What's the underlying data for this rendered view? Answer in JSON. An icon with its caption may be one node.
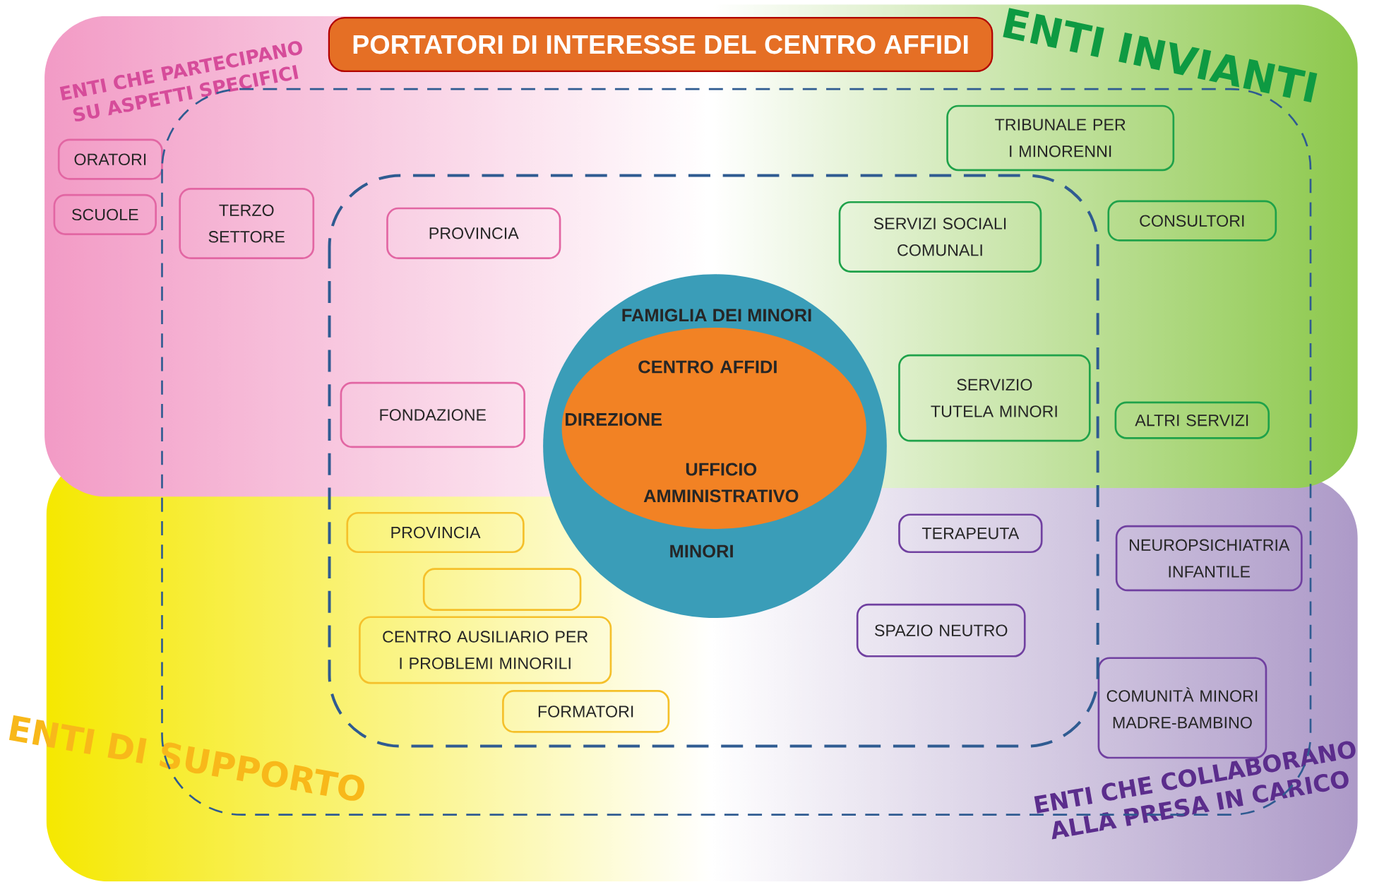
{
  "diagram": {
    "title": "PORTATORI DI INTERESSE DEL CENTRO AFFIDI",
    "nodes": [
      {
        "text": [
          "ENTI CHE PARTECIPANO SU ASPETTI SPECIFICI"
        ]
      },
      {
        "text": [
          "ENTI INVIANTI"
        ]
      },
      {
        "text": [
          "ENTI DI SUPPORTO"
        ]
      },
      {
        "text": [
          "ENTI CHE COLLABORANO ALLA PRESA IN CARICO"
        ]
      },
      {
        "text": [
          "ORATORI"
        ],
        "in": 0
      },
      {
        "text": [
          "SCUOLE"
        ],
        "in": 0
      },
      {
        "text": [
          "TERZO SETTORE"
        ],
        "in": 0
      },
      {
        "text": [
          "PROVINCIA"
        ],
        "in": 0
      },
      {
        "text": [
          "FONDAZIONE"
        ],
        "in": 0
      },
      {
        "text": [
          "TRIBUNALE PER I MINORENNI"
        ],
        "in": 1
      },
      {
        "text": [
          "CONSULTORI"
        ],
        "in": 1
      },
      {
        "text": [
          "SERVIZI SOCIALI COMUNALI"
        ],
        "in": 1
      },
      {
        "text": [
          "SERVIZIO TUTELA MINORI"
        ],
        "in": 1
      },
      {
        "text": [
          "ALTRI SERVIZI"
        ],
        "in": 1
      },
      {
        "text": [
          "PROVINCIA"
        ],
        "in": 2
      },
      {
        "text": [],
        "shape": "box",
        "in": 2
      },
      {
        "text": [
          "CENTRO AUSILIARIO PER I PROBLEMI MINORILI"
        ],
        "in": 2
      },
      {
        "text": [
          "FORMATORI"
        ],
        "in": 2
      },
      {
        "text": [
          "TERAPEUTA"
        ],
        "in": 3
      },
      {
        "text": [
          "SPAZIO NEUTRO"
        ],
        "in": 3
      },
      {
        "text": [
          "NEUROPSICHIATRIA INFANTILE"
        ],
        "in": 3
      },
      {
        "text": [
          "COMUNITÀ MINORI MADRE-BAMBINO"
        ],
        "in": 3
      },
      {
        "text": [
          "FAMIGLIA DEI MINORI",
          "MINORI"
        ]
      },
      {
        "text": [
          "CENTRO AFFIDI",
          "DIREZIONE",
          "UFFICIO AMMINISTRATIVO"
        ],
        "in": 22
      }
    ]
  }
}
